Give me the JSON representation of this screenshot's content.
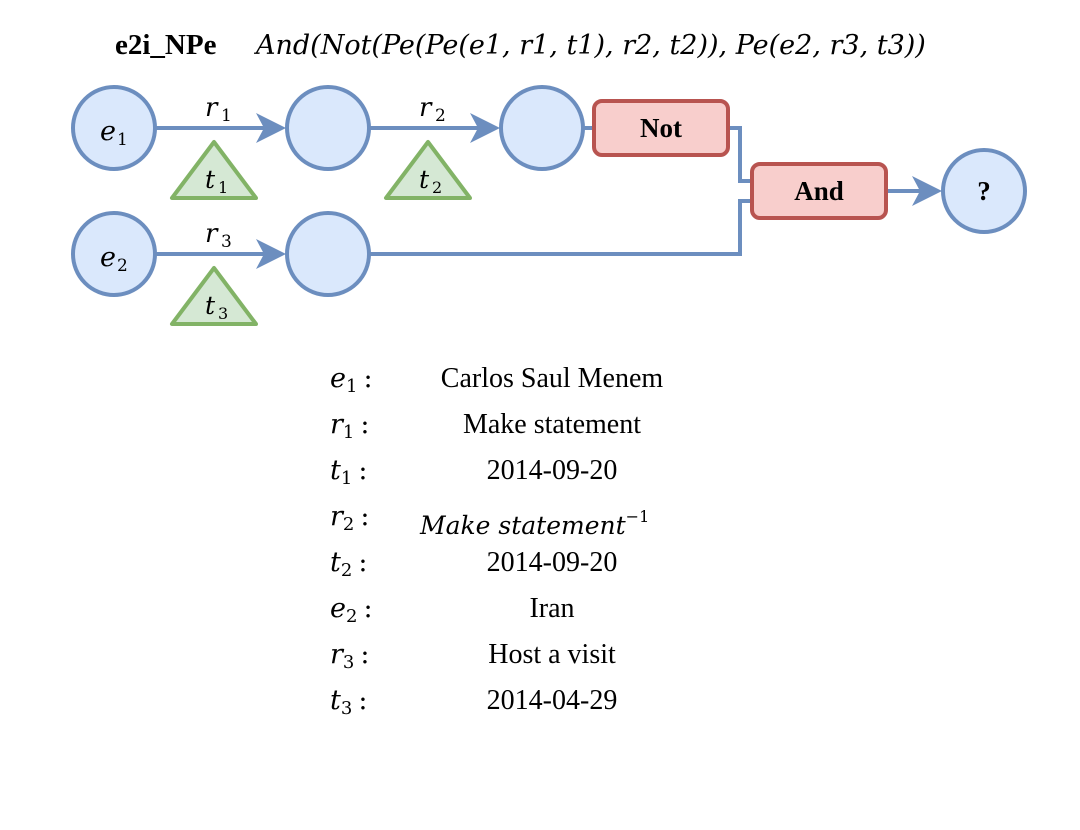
{
  "header": {
    "query_name": "e2i_NPe",
    "formula": "And(Not(Pe(Pe(e1, r1, t1), r2, t2)), Pe(e2, r3, t3))"
  },
  "nodes": {
    "e1": {
      "letter": "e",
      "sub": "1"
    },
    "e2": {
      "letter": "e",
      "sub": "2"
    },
    "answer": "?"
  },
  "edges": {
    "r1": {
      "letter": "r",
      "sub": "1"
    },
    "r2": {
      "letter": "r",
      "sub": "2"
    },
    "r3": {
      "letter": "r",
      "sub": "3"
    }
  },
  "times": {
    "t1": {
      "letter": "t",
      "sub": "1"
    },
    "t2": {
      "letter": "t",
      "sub": "2"
    },
    "t3": {
      "letter": "t",
      "sub": "3"
    }
  },
  "operators": {
    "not": "Not",
    "and": "And"
  },
  "legend": [
    {
      "letter": "e",
      "sub": "1",
      "value": "Carlos Saul Menem"
    },
    {
      "letter": "r",
      "sub": "1",
      "value": "Make statement"
    },
    {
      "letter": "t",
      "sub": "1",
      "value": "2014-09-20"
    },
    {
      "letter": "r",
      "sub": "2",
      "value": "Make statement",
      "sup": "−1"
    },
    {
      "letter": "t",
      "sub": "2",
      "value": "2014-09-20"
    },
    {
      "letter": "e",
      "sub": "2",
      "value": "Iran"
    },
    {
      "letter": "r",
      "sub": "3",
      "value": "Host a visit"
    },
    {
      "letter": "t",
      "sub": "3",
      "value": "2014-04-29"
    }
  ],
  "colors": {
    "entity_fill": "#dae8fc",
    "entity_stroke": "#6c8ebf",
    "time_fill": "#d5e8d4",
    "time_stroke": "#82b366",
    "op_fill": "#f8cecc",
    "op_stroke": "#b85450"
  }
}
